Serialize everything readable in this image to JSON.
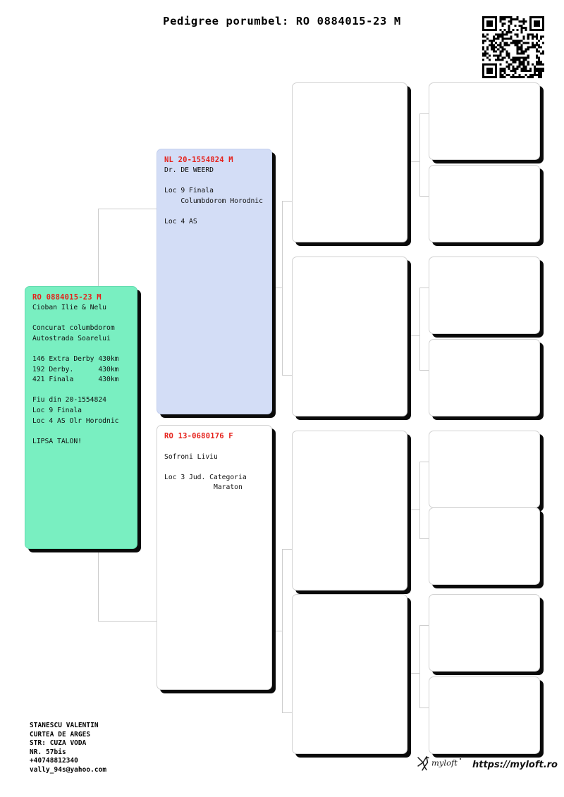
{
  "document": {
    "title": "Pedigree porumbel: RO 0884015-23 M"
  },
  "qr_code": {
    "icon": "qr-code-icon"
  },
  "subject": {
    "id": "RO 0884015-23 M",
    "lines": "Cioban Ilie & Nelu\n\nConcurat columbdorom\nAutostrada Soarelui\n\n146 Extra Derby 430km\n192 Derby.      430km\n421 Finala      430km\n\nFiu din 20-1554824\nLoc 9 Finala\nLoc 4 AS Olr Horodnic\n\nLIPSA TALON!"
  },
  "sire": {
    "id": "NL 20-1554824 M",
    "lines": "Dr. DE WEERD\n\nLoc 9 Finala\n    Columbdorom Horodnic\n\nLoc 4 AS"
  },
  "dam": {
    "id": "RO 13-0680176 F",
    "lines": "\nSofroni Liviu\n\nLoc 3 Jud. Categoria\n            Maraton"
  },
  "generation3": [
    {
      "id": "",
      "lines": ""
    },
    {
      "id": "",
      "lines": ""
    },
    {
      "id": "",
      "lines": ""
    },
    {
      "id": "",
      "lines": ""
    }
  ],
  "generation4": [
    {
      "id": "",
      "lines": ""
    },
    {
      "id": "",
      "lines": ""
    },
    {
      "id": "",
      "lines": ""
    },
    {
      "id": "",
      "lines": ""
    },
    {
      "id": "",
      "lines": ""
    },
    {
      "id": "",
      "lines": ""
    },
    {
      "id": "",
      "lines": ""
    },
    {
      "id": "",
      "lines": ""
    }
  ],
  "owner": {
    "text": "STANESCU VALENTIN\nCURTEA DE ARGES\nSTR: CUZA VODA\nNR. 57bis\n+40748812340\nvally_94s@yahoo.com"
  },
  "brand": {
    "logo_icon": "myloft-pigeon-logo-icon",
    "url": "https://myloft.ro"
  },
  "colors": {
    "subject_bg": "#79efc1",
    "sire_bg": "#d3ddf6",
    "dam_bg": "#ffffff",
    "id_text": "#e5201a",
    "connector": "#cccccc",
    "shadow": "#0a0a0a"
  }
}
